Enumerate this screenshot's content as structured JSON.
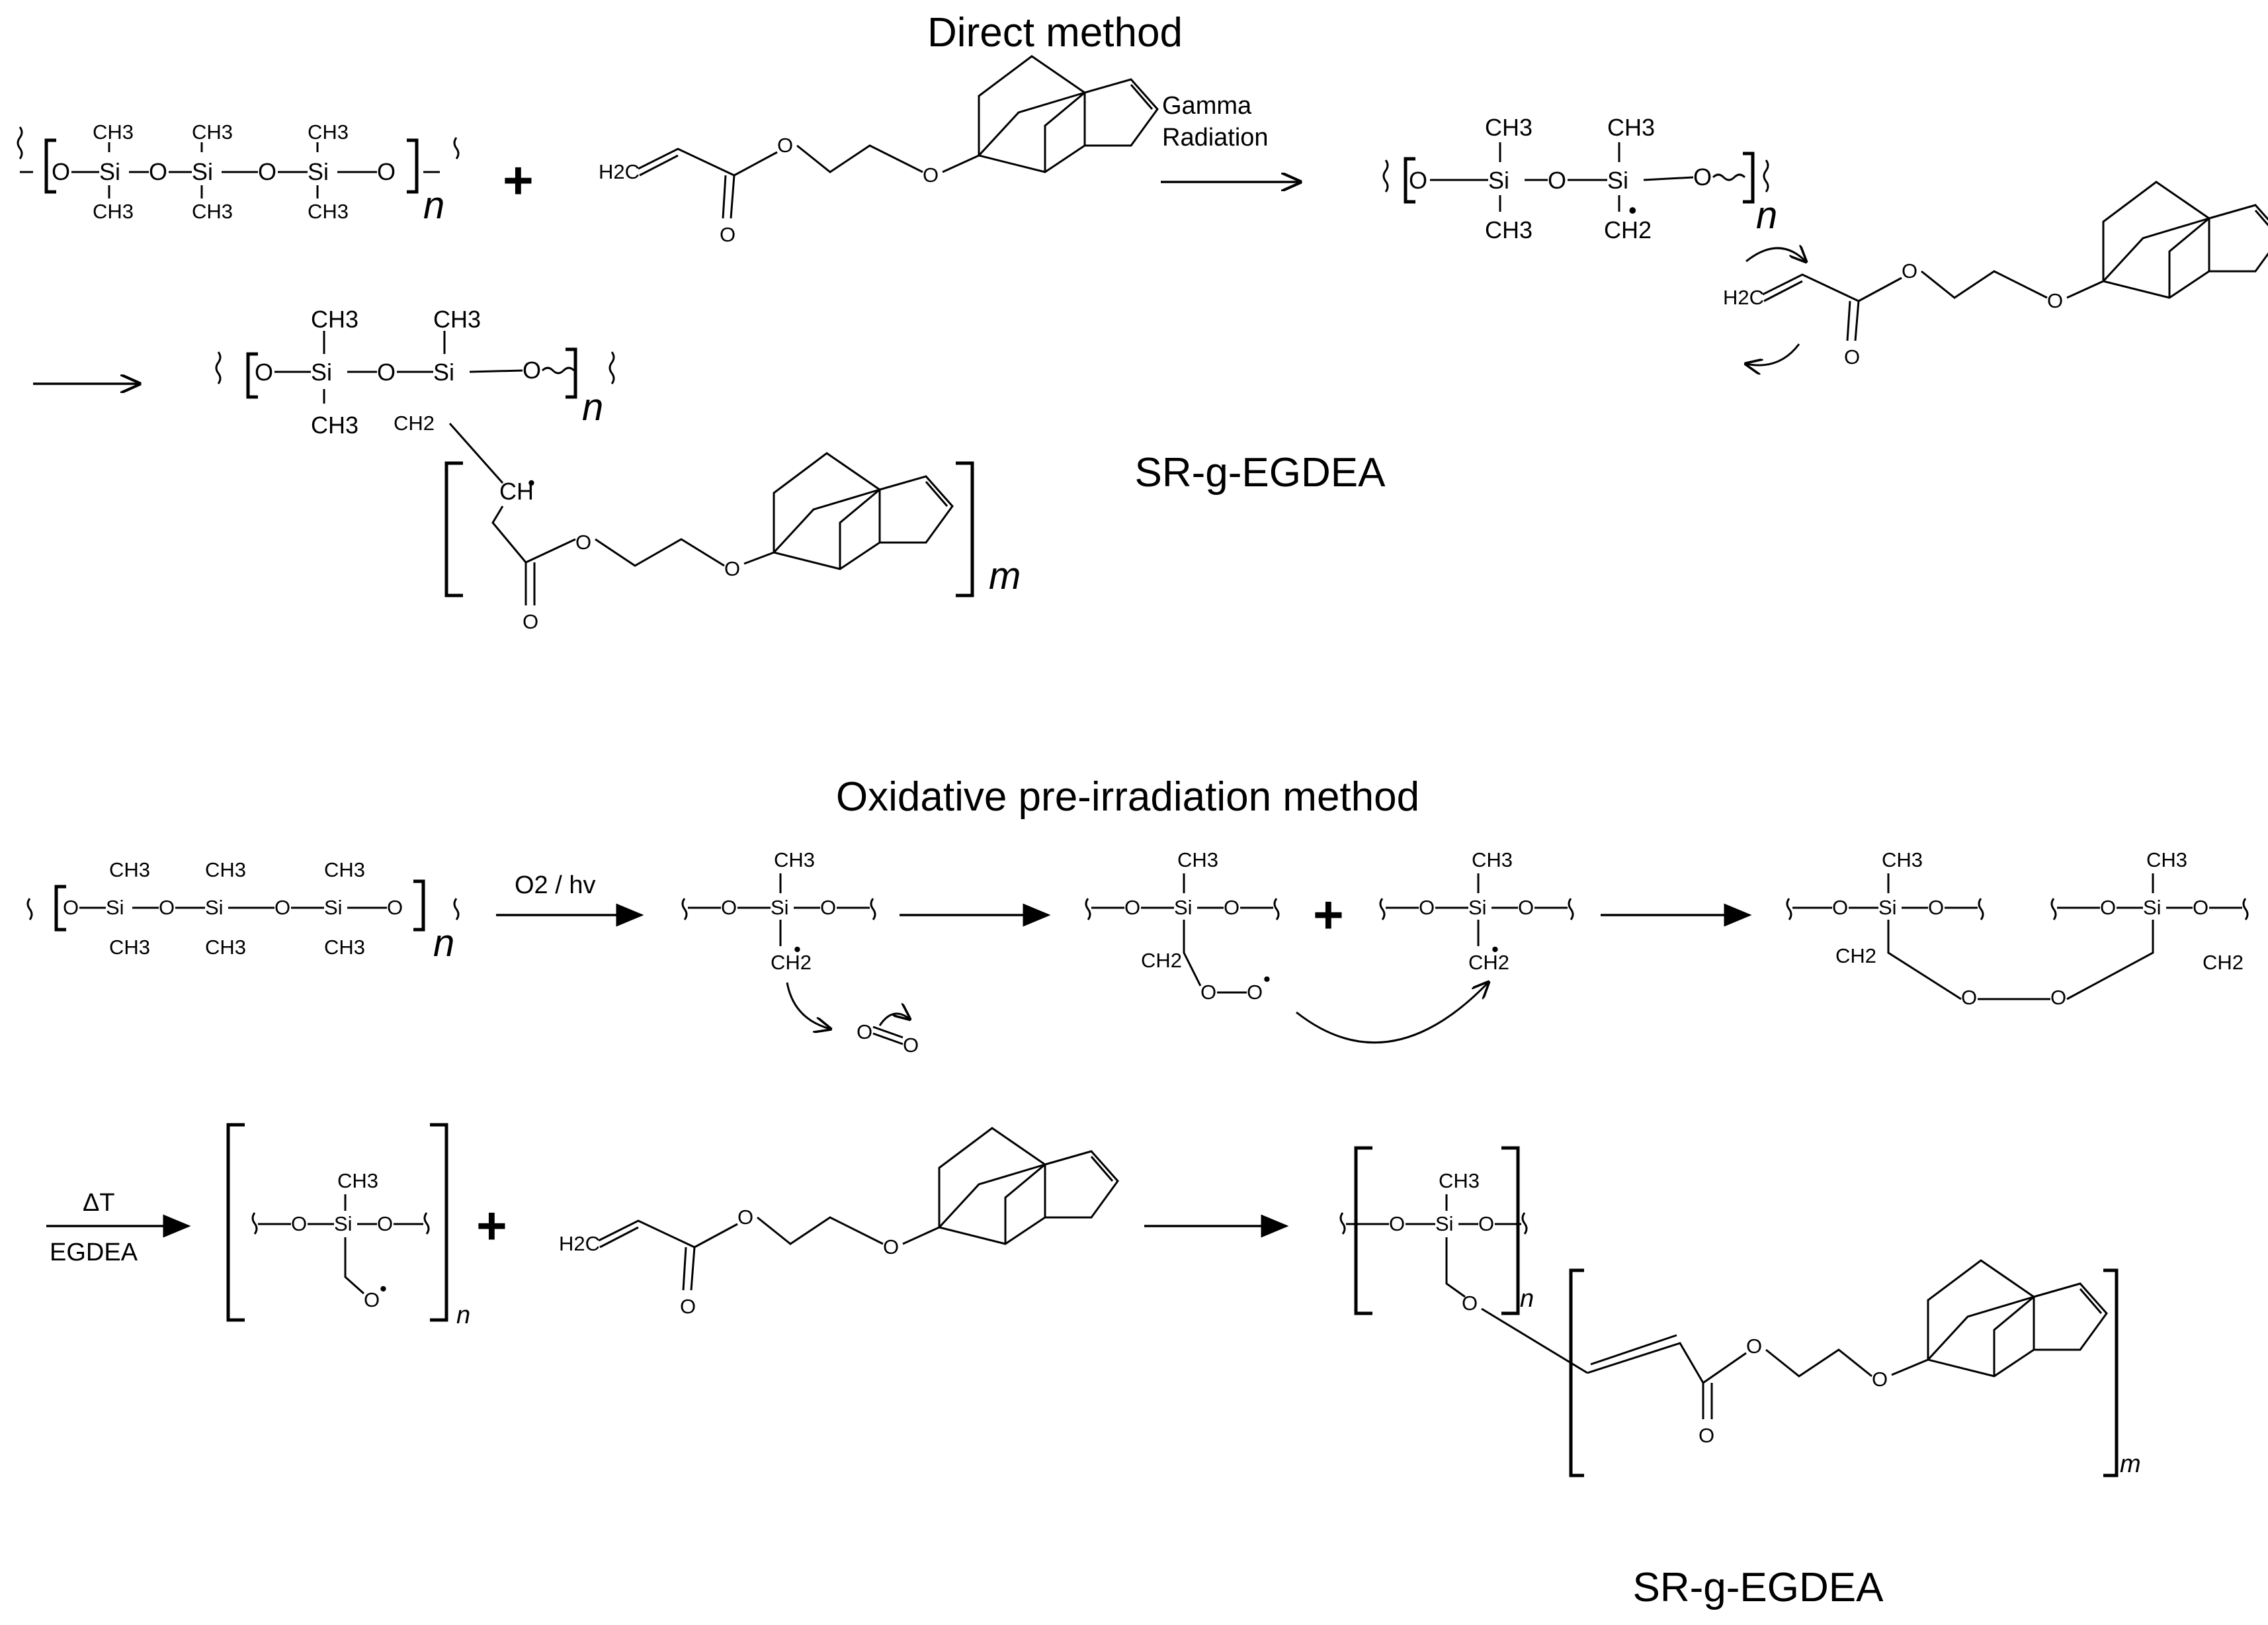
{
  "titles": {
    "direct": "Direct method",
    "oxidative": "Oxidative pre-irradiation method"
  },
  "conditions": {
    "gamma_line1": "Gamma",
    "gamma_line2": "Radiation",
    "o2hv": "O2 / hv",
    "delta_t": "ΔT",
    "egdea": "EGDEA"
  },
  "products": {
    "direct": "SR-g-EGDEA",
    "oxidative": "SR-g-EGDEA"
  },
  "atoms": {
    "si": "Si",
    "o": "O",
    "ch3": "CH3",
    "ch2": "CH2",
    "ch": "CH",
    "h2c": "H2C",
    "radical": "•"
  },
  "subscripts": {
    "n": "n",
    "m": "m"
  },
  "operators": {
    "plus": "+"
  }
}
